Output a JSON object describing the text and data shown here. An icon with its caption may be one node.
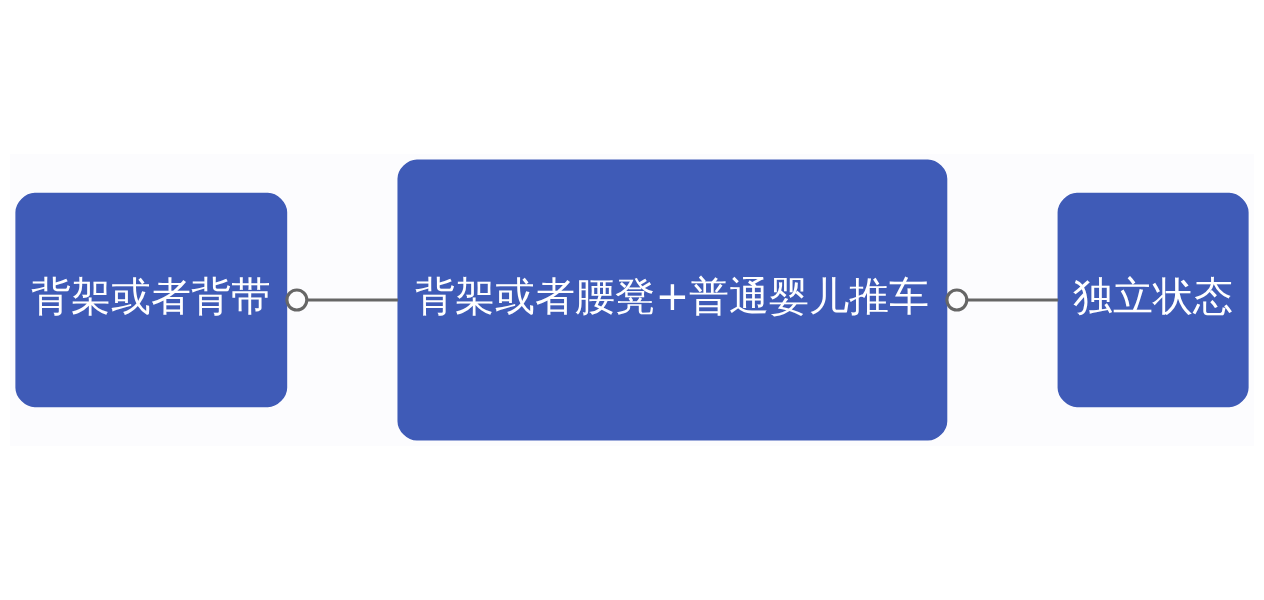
{
  "diagram": {
    "nodes": [
      {
        "text": [
          "背架或者背带"
        ]
      },
      {
        "text": [
          "背架或者腰凳+普通婴儿推车"
        ]
      },
      {
        "text": [
          "独立状态"
        ]
      }
    ],
    "edges": [
      {
        "from": 0,
        "to": 1,
        "arrow": "other"
      },
      {
        "from": 1,
        "to": 2,
        "arrow": "other"
      }
    ]
  }
}
